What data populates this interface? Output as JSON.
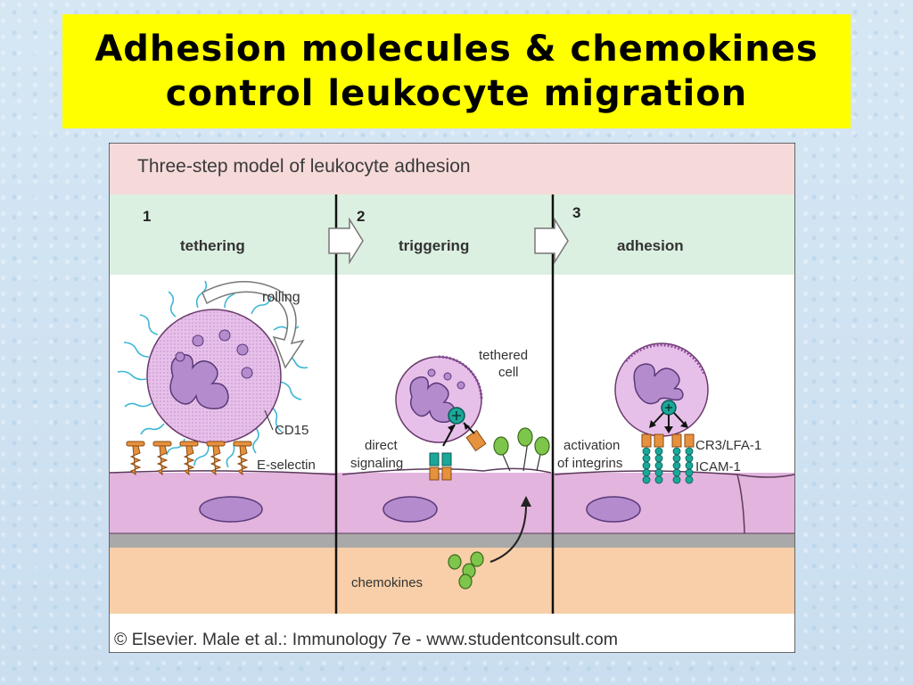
{
  "slide": {
    "title_line1": "Adhesion molecules & chemokines",
    "title_line2": "control leukocyte migration"
  },
  "figure": {
    "header": "Three-step model of leukocyte adhesion",
    "steps": [
      {
        "number": "1",
        "name": "tethering"
      },
      {
        "number": "2",
        "name": "triggering"
      },
      {
        "number": "3",
        "name": "adhesion"
      }
    ],
    "labels": {
      "rolling": "rolling",
      "cd15": "CD15",
      "e_selectin": "E-selectin",
      "tethered_line1": "tethered",
      "tethered_line2": "cell",
      "direct_line1": "direct",
      "direct_line2": "signaling",
      "chemokines": "chemokines",
      "activation_line1": "activation",
      "activation_line2": "of integrins",
      "cr3": "CR3/LFA-1",
      "icam": "ICAM-1"
    },
    "credit": "© Elsevier. Male et al.: Immunology 7e - www.studentconsult.com"
  },
  "colors": {
    "title_background": "#ffff00",
    "header_band": "#f6dada",
    "step_band": "#dcf0e1",
    "endothelium": "#e3b4dd",
    "basement_membrane": "#a9a9a9",
    "tissue": "#f8cfa8",
    "cell_body": "#e7c0ea",
    "nucleus": "#b48ccd",
    "cilia": "#3fb7d6",
    "selectin": "#e5913e",
    "chemokine": "#7ec54b",
    "integrin": "#1aa89a"
  }
}
